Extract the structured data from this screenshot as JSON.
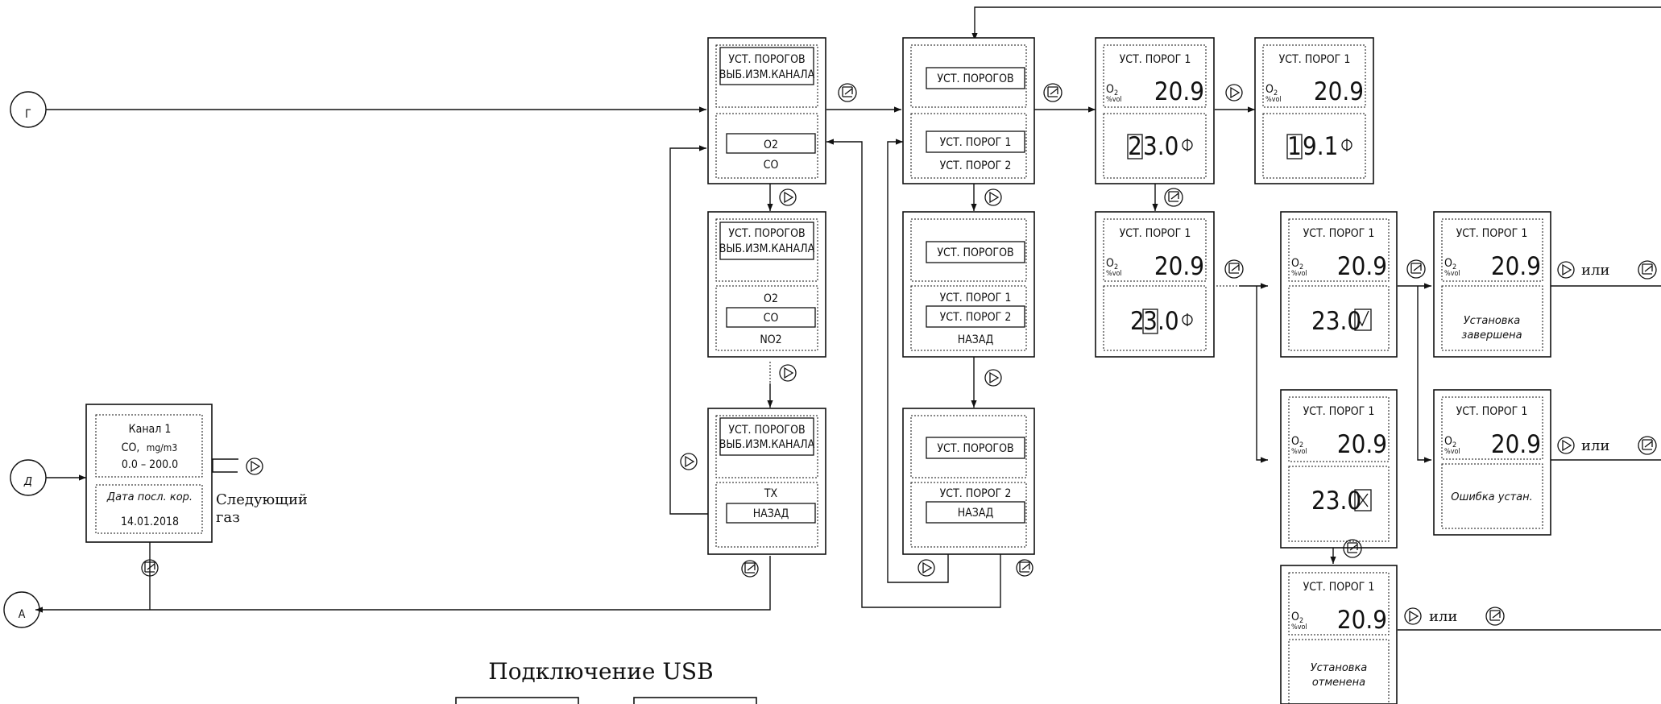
{
  "header": {
    "usb_title": "Подключение USB"
  },
  "connectors": {
    "g": "Г",
    "d": "Д",
    "a": "А"
  },
  "labels": {
    "or": "или",
    "next_gas": [
      "Следующий",
      "газ"
    ]
  },
  "icons": {
    "play": "play-triangle-icon",
    "ok": "ok-enter-icon"
  },
  "channel": {
    "title": "Канал 1",
    "gas": "CO,",
    "unit": "mg/m3",
    "range": "0.0 – 200.0",
    "cal_label": "Дата посл. кор.",
    "cal_date": "14.01.2018"
  },
  "sel": {
    "t1": "УСТ. ПОРОГОВ",
    "t2": "ВЫБ.ИЗМ.КАНАЛА",
    "a1": "O2",
    "a2": "CO",
    "b1": "O2",
    "b2": "CO",
    "b3": "NO2",
    "c1": "TX",
    "c2": "НАЗАД"
  },
  "thr": {
    "hdr": "УСТ. ПОРОГОВ",
    "p1": "УСТ. ПОРОГ 1",
    "p2": "УСТ. ПОРОГ 2",
    "back": "НАЗАД"
  },
  "val": {
    "title": "УСТ. ПОРОГ 1",
    "gas": "O",
    "sub": "2",
    "unit": "%vol",
    "reading": "20.9",
    "d1": "2",
    "r1": "3.0",
    "d2": "1",
    "r2": "9.1",
    "s3a": "2",
    "s3b": "3",
    "s3c": ".0",
    "s4": "23.0",
    "done1": "Установка",
    "done2": "завершена",
    "err": "Ошибка устан.",
    "cancel1": "Установка",
    "cancel2": "отменена"
  }
}
